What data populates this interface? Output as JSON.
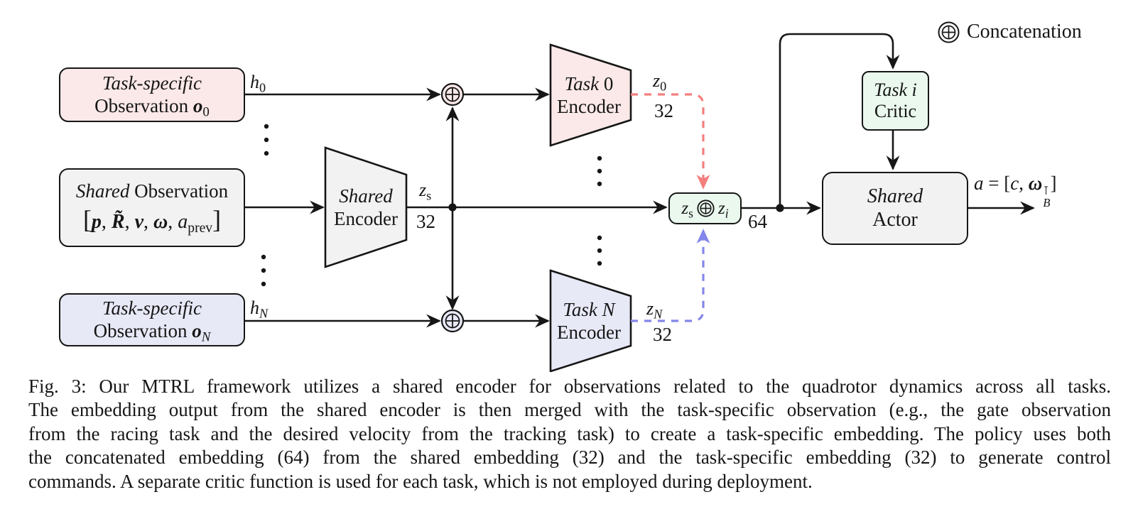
{
  "colors": {
    "ink": "#161616",
    "pink": "#fae9e8",
    "lavender": "#e8e9f7",
    "gray": "#f2f2f2",
    "green": "#eaf8ee",
    "red-dash": "#f47e7e",
    "blue-dash": "#8487e9"
  },
  "legend": {
    "icon": "circled-plus",
    "label": "Concatenation"
  },
  "nodes": {
    "task0_obs": {
      "title": "Task-specific",
      "word": "Observation",
      "sym": "o",
      "sub": "0"
    },
    "shared_obs": {
      "title_em": "Shared",
      "title": "Observation",
      "open": "[",
      "p": "p",
      "c1": ", ",
      "R": "R̃",
      "c2": ", ",
      "v": "v",
      "c3": ", ",
      "omega": "ω",
      "c4": ", ",
      "a": "a",
      "a_sub": "prev",
      "close": "]"
    },
    "taskN_obs": {
      "title": "Task-specific",
      "word": "Observation",
      "sym": "o",
      "sub": "N"
    },
    "shared_encoder": {
      "l1": "Shared",
      "l2": "Encoder"
    },
    "task0_encoder": {
      "l1": "Task",
      "n": "0",
      "l2": "Encoder"
    },
    "taskN_encoder": {
      "l1": "Task",
      "n": "N",
      "l2": "Encoder"
    },
    "critic": {
      "l1": "Task",
      "n": "i",
      "l2": "Critic"
    },
    "actor": {
      "l1": "Shared",
      "l2": "Actor"
    },
    "concat_box": {
      "z1": "z",
      "s1": "s",
      "z2": "z",
      "s2": "i"
    }
  },
  "labels": {
    "h0": {
      "v": "h",
      "s": "0"
    },
    "hN": {
      "v": "h",
      "s": "N"
    },
    "zs": {
      "v": "z",
      "s": "s",
      "dim": "32"
    },
    "z0": {
      "v": "z",
      "s": "0",
      "dim": "32"
    },
    "zN": {
      "v": "z",
      "s": "N",
      "dim": "32"
    },
    "dim64": "64",
    "action": {
      "a": "a",
      "eq": " = [",
      "c": "c",
      "comma": ", ",
      "omega": "ω",
      "sup": "⊺",
      "sub": "B",
      "close": "]"
    }
  },
  "caption": {
    "lines": [
      "Fig. 3: Our MTRL framework utilizes a shared encoder for observations related to the quadrotor dynamics across all tasks.",
      "The embedding output from the shared encoder is then merged with the task-specific observation (e.g., the gate observation",
      "from the racing task and the desired velocity from the tracking task) to create a task-specific embedding. The policy uses both",
      "the concatenated embedding (64) from the shared embedding (32) and the task-specific embedding (32) to generate control",
      "commands. A separate critic function is used for each task, which is not employed during deployment."
    ]
  }
}
